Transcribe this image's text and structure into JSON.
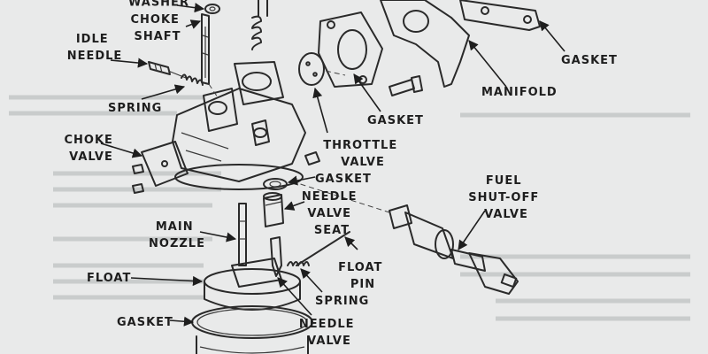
{
  "colors": {
    "paper": "#e9eaea",
    "ink": "#1e1e1e",
    "bleed_through": "#c9cccc"
  },
  "labels": {
    "washer": "WASHER",
    "choke_shaft": [
      "CHOKE",
      "SHAFT"
    ],
    "idle_needle": [
      "IDLE",
      "NEEDLE"
    ],
    "spring_upper": "SPRING",
    "choke_valve": [
      "CHOKE",
      "VALVE"
    ],
    "gasket_top_right": "GASKET",
    "manifold": "MANIFOLD",
    "gasket_mid": "GASKET",
    "throttle_valve": [
      "THROTTLE",
      "VALVE"
    ],
    "gasket_center": "GASKET",
    "needle_valve_seat": [
      "NEEDLE",
      "VALVE",
      "SEAT"
    ],
    "main_nozzle": [
      "MAIN",
      "NOZZLE"
    ],
    "float": "FLOAT",
    "float_pin": [
      "FLOAT",
      "PIN"
    ],
    "spring_lower": "SPRING",
    "gasket_bottom": "GASKET",
    "needle_valve": [
      "NEEDLE",
      "VALVE"
    ],
    "fuel_shutoff_valve": [
      "FUEL",
      "SHUT-OFF",
      "VALVE"
    ]
  }
}
